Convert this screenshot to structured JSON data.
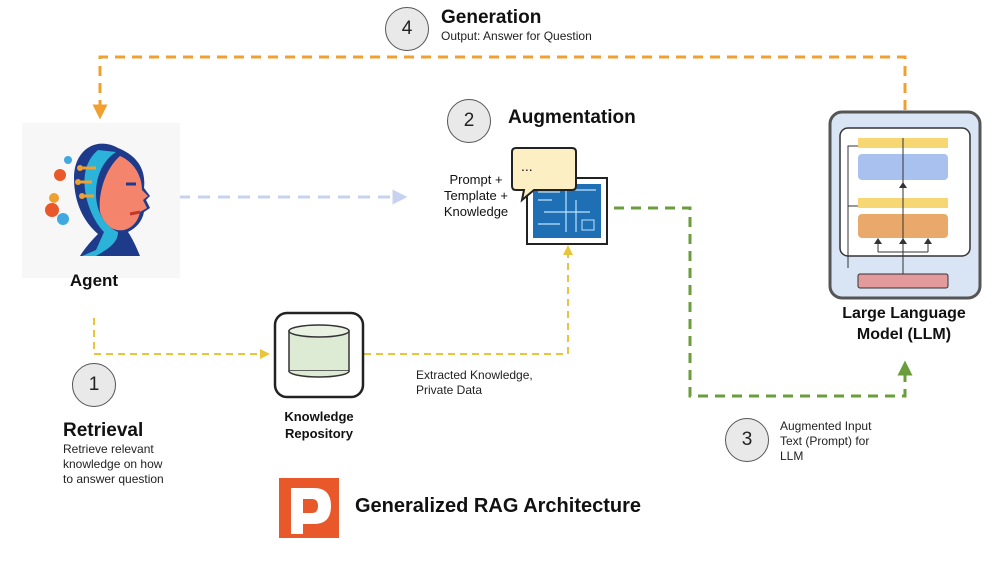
{
  "colors": {
    "generation_arrow": "#F0A030",
    "retrieval_arrow": "#E8C53A",
    "augmented_arrow": "#6A9E3C",
    "agent_arrow": "#C7D3EE",
    "logo": "#E8582A"
  },
  "steps": {
    "generation": {
      "number": "4",
      "title": "Generation",
      "desc": "Output: Answer for Question"
    },
    "augmentation": {
      "number": "2",
      "title": "Augmentation",
      "prompt_text": "Prompt +\nTemplate +\nKnowledge",
      "bubble": "..."
    },
    "retrieval": {
      "number": "1",
      "title": "Retrieval",
      "desc": "Retrieve relevant\nknowledge on how\nto answer question"
    },
    "augmented_input": {
      "number": "3",
      "desc": "Augmented Input\nText (Prompt) for\nLLM"
    }
  },
  "agent": {
    "label": "Agent",
    "icon": "agent-head-illustration"
  },
  "knowledge": {
    "label": "Knowledge\nRepository",
    "icon": "database-icon",
    "edge_label": "Extracted Knowledge,\nPrivate Data"
  },
  "llm": {
    "label": "Large Language\nModel (LLM)",
    "icon": "llm-architecture-icon"
  },
  "footer": {
    "title": "Generalized RAG Architecture",
    "logo": "p-logo-icon"
  }
}
